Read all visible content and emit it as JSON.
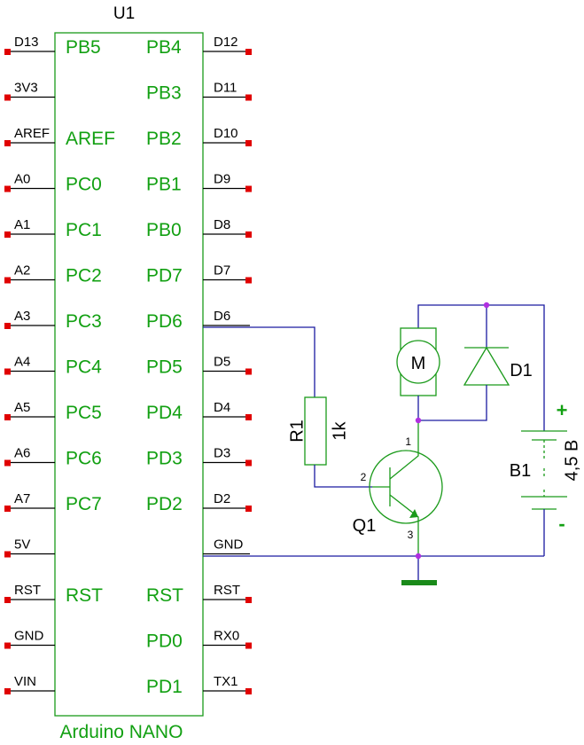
{
  "ic": {
    "ref": "U1",
    "name": "Arduino NANO",
    "left_pins": [
      {
        "pin": "D13",
        "port": "PB5"
      },
      {
        "pin": "3V3",
        "port": ""
      },
      {
        "pin": "AREF",
        "port": "AREF"
      },
      {
        "pin": "A0",
        "port": "PC0"
      },
      {
        "pin": "A1",
        "port": "PC1"
      },
      {
        "pin": "A2",
        "port": "PC2"
      },
      {
        "pin": "A3",
        "port": "PC3"
      },
      {
        "pin": "A4",
        "port": "PC4"
      },
      {
        "pin": "A5",
        "port": "PC5"
      },
      {
        "pin": "A6",
        "port": "PC6"
      },
      {
        "pin": "A7",
        "port": "PC7"
      },
      {
        "pin": "5V",
        "port": ""
      },
      {
        "pin": "RST",
        "port": "RST"
      },
      {
        "pin": "GND",
        "port": ""
      },
      {
        "pin": "VIN",
        "port": ""
      }
    ],
    "right_pins": [
      {
        "pin": "D12",
        "port": "PB4"
      },
      {
        "pin": "D11",
        "port": "PB3"
      },
      {
        "pin": "D10",
        "port": "PB2"
      },
      {
        "pin": "D9",
        "port": "PB1"
      },
      {
        "pin": "D8",
        "port": "PB0"
      },
      {
        "pin": "D7",
        "port": "PD7"
      },
      {
        "pin": "D6",
        "port": "PD6"
      },
      {
        "pin": "D5",
        "port": "PD5"
      },
      {
        "pin": "D4",
        "port": "PD4"
      },
      {
        "pin": "D3",
        "port": "PD3"
      },
      {
        "pin": "D2",
        "port": "PD2"
      },
      {
        "pin": "GND",
        "port": ""
      },
      {
        "pin": "RST",
        "port": "RST"
      },
      {
        "pin": "RX0",
        "port": "PD0"
      },
      {
        "pin": "TX1",
        "port": "PD1"
      }
    ]
  },
  "resistor": {
    "ref": "R1",
    "value": "1k"
  },
  "transistor": {
    "ref": "Q1",
    "pin1": "1",
    "pin2": "2",
    "pin3": "3"
  },
  "motor": {
    "symbol": "M"
  },
  "diode": {
    "ref": "D1"
  },
  "battery": {
    "ref": "B1",
    "value": "4,5 B",
    "plus": "+",
    "minus": "-"
  },
  "colors": {
    "wire": "#1a1aa0",
    "label_green": "#12a012",
    "pin_red": "#e00000",
    "junction": "#b030e0",
    "ground": "#1a8a1a"
  }
}
